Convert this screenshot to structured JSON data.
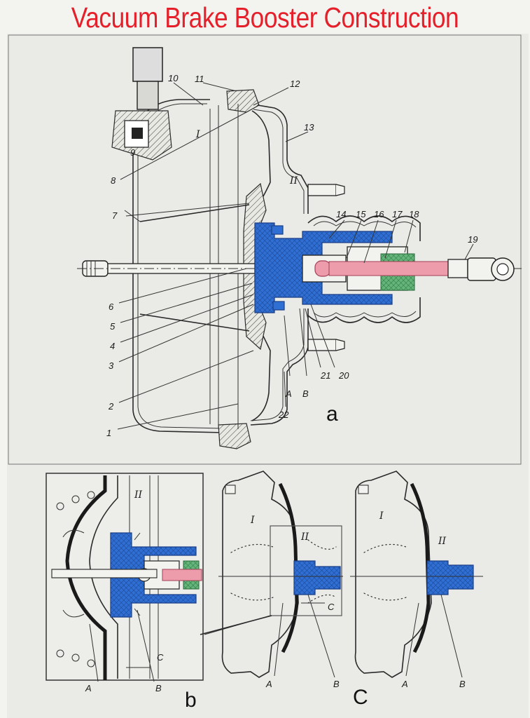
{
  "title": "Vacuum Brake Booster Construction",
  "figure_a": {
    "panel_label": "a",
    "chambers": [
      "I",
      "II"
    ],
    "part_numbers": [
      "1",
      "2",
      "3",
      "4",
      "5",
      "6",
      "7",
      "8",
      "9",
      "10",
      "11",
      "12",
      "13",
      "14",
      "15",
      "16",
      "17",
      "18",
      "19",
      "20",
      "21",
      "22"
    ],
    "valve_labels": [
      "A",
      "B"
    ]
  },
  "figure_b": {
    "panel_label": "b",
    "chamber": "II",
    "labels": [
      "A",
      "B",
      "C"
    ]
  },
  "figure_c": {
    "panel_label": "C",
    "left_view": {
      "chambers": [
        "I",
        "II"
      ],
      "labels": [
        "A",
        "B",
        "C"
      ]
    },
    "right_view": {
      "chambers": [
        "I",
        "II"
      ],
      "labels": [
        "A",
        "B"
      ]
    }
  },
  "colors": {
    "title": "#e5202a",
    "valve_body": "#2f6fd3",
    "push_rod": "#ec9cab",
    "filter": "#3a9a57"
  }
}
